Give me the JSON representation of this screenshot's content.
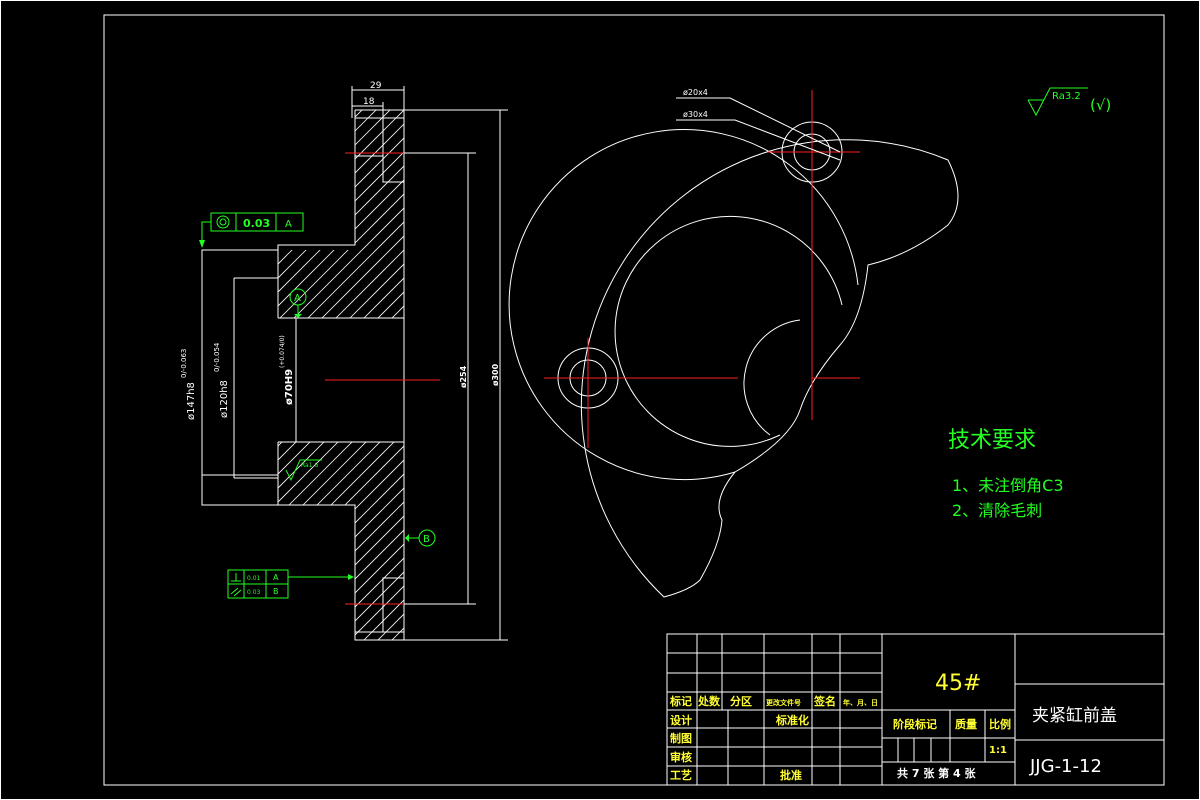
{
  "dims": {
    "d29": "29",
    "d18": "18",
    "d147": "ø147h8",
    "d147_tol": "0/-0.063",
    "d120": "ø120h8",
    "d120_tol": "0/-0.054",
    "d70": "ø70H9",
    "d70_tol": "(+0.074/0)",
    "d254": "ø254",
    "d300": "ø300",
    "hole20": "ø20x4",
    "hole30": "ø30x4"
  },
  "gdt": {
    "conc_value": "0.03",
    "conc_ref": "A",
    "perp_value": "0.01",
    "perp_ref": "A",
    "par_value": "0.03",
    "par_ref": "B"
  },
  "datums": {
    "a": "A",
    "b": "B"
  },
  "roughness": {
    "general": "Ra3.2",
    "general_note": "(√)",
    "local": "Ra1.6"
  },
  "requirements": {
    "title": "技术要求",
    "item1": "1、未注倒角C3",
    "item2": "2、清除毛刺"
  },
  "title_block": {
    "material": "45#",
    "part_name": "夹紧缸前盖",
    "drawing_no": "JJG-1-12",
    "scale": "1:1",
    "sheets": "共 7 张 第 4 张",
    "h_mark": "标记",
    "h_count": "处数",
    "h_zone": "分区",
    "h_docno": "更改文件号",
    "h_sign": "签名",
    "h_date": "年、月、日",
    "design": "设计",
    "standard": "标准化",
    "draw": "制图",
    "review": "审核",
    "process": "工艺",
    "approve": "批准",
    "stage": "阶段标记",
    "mass": "质量",
    "ratio": "比例"
  }
}
